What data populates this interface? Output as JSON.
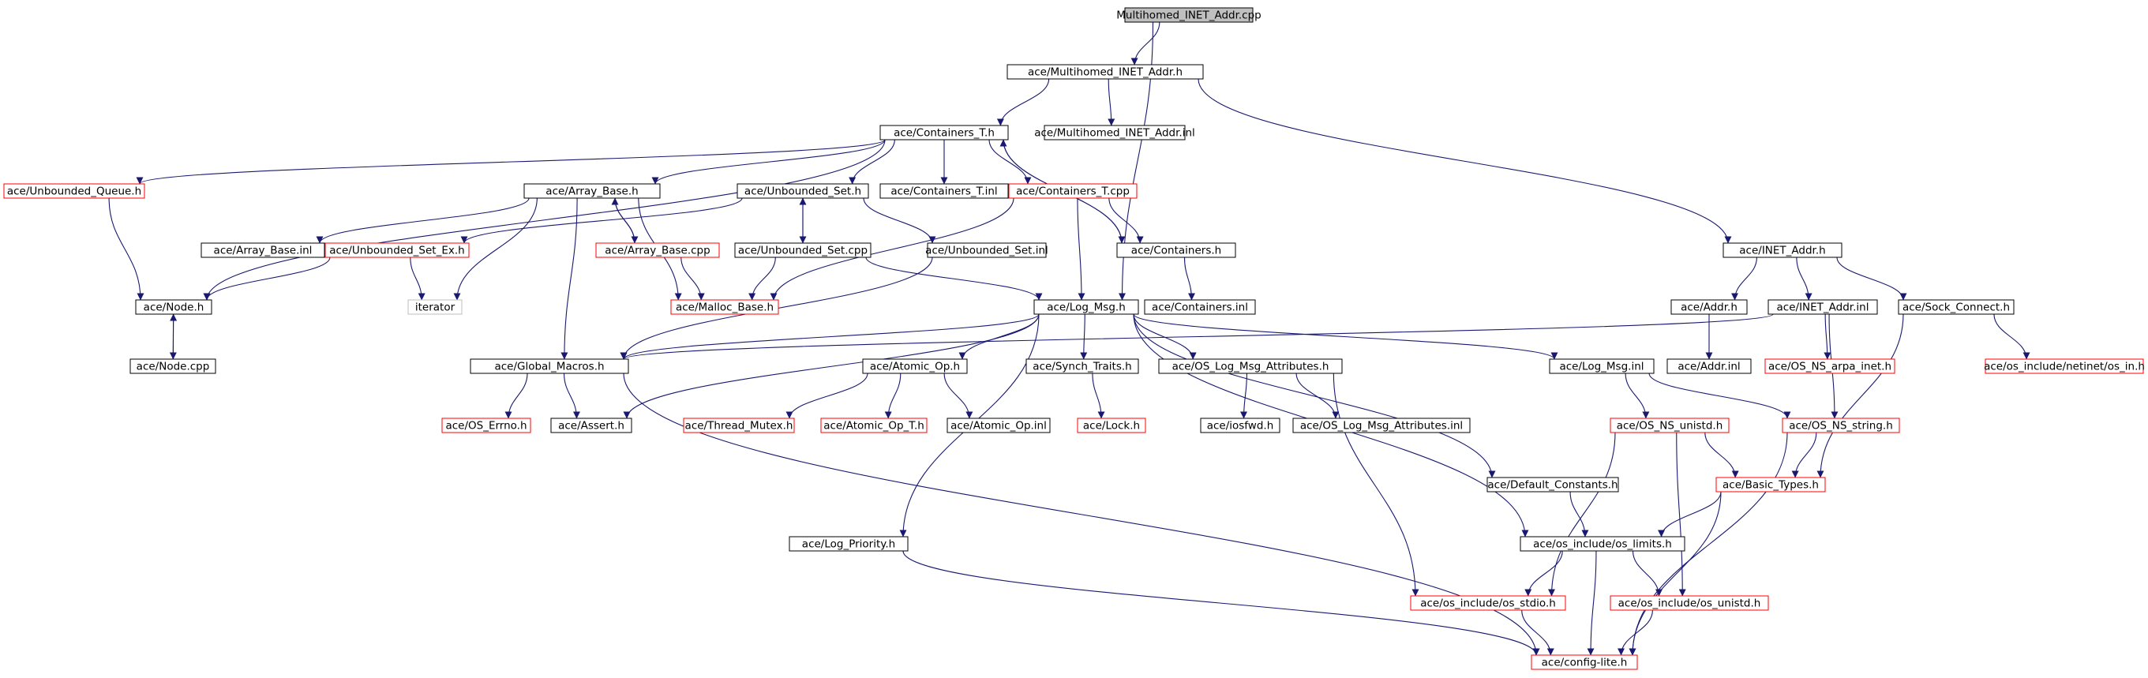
{
  "colors": {
    "edge": "#191970",
    "node_fill": "#ffffff",
    "root_fill": "#bfbfbf",
    "border_default": "#000000",
    "border_missing": "#ff0000",
    "border_external": "#bfbfbf",
    "text": "#000000"
  },
  "nodes": [
    {
      "id": "root",
      "label": "Multihomed_INET_Addr.cpp",
      "style": "root"
    },
    {
      "id": "mih",
      "label": "ace/Multihomed_INET_Addr.h",
      "style": "normal"
    },
    {
      "id": "ct",
      "label": "ace/Containers_T.h",
      "style": "normal"
    },
    {
      "id": "miinl",
      "label": "ace/Multihomed_INET_Addr.inl",
      "style": "normal"
    },
    {
      "id": "uq",
      "label": "ace/Unbounded_Queue.h",
      "style": "missing"
    },
    {
      "id": "ab",
      "label": "ace/Array_Base.h",
      "style": "normal"
    },
    {
      "id": "us",
      "label": "ace/Unbounded_Set.h",
      "style": "normal"
    },
    {
      "id": "ctinl",
      "label": "ace/Containers_T.inl",
      "style": "normal"
    },
    {
      "id": "ctcpp",
      "label": "ace/Containers_T.cpp",
      "style": "missing"
    },
    {
      "id": "ia",
      "label": "ace/INET_Addr.h",
      "style": "normal"
    },
    {
      "id": "abinl",
      "label": "ace/Array_Base.inl",
      "style": "normal"
    },
    {
      "id": "usex",
      "label": "ace/Unbounded_Set_Ex.h",
      "style": "missing"
    },
    {
      "id": "abcpp",
      "label": "ace/Array_Base.cpp",
      "style": "missing"
    },
    {
      "id": "uscpp",
      "label": "ace/Unbounded_Set.cpp",
      "style": "normal"
    },
    {
      "id": "usinl",
      "label": "ace/Unbounded_Set.inl",
      "style": "normal"
    },
    {
      "id": "cont",
      "label": "ace/Containers.h",
      "style": "normal"
    },
    {
      "id": "node",
      "label": "ace/Node.h",
      "style": "normal"
    },
    {
      "id": "iter",
      "label": "iterator",
      "style": "external"
    },
    {
      "id": "mb",
      "label": "ace/Malloc_Base.h",
      "style": "missing"
    },
    {
      "id": "lm",
      "label": "ace/Log_Msg.h",
      "style": "normal"
    },
    {
      "id": "continl",
      "label": "ace/Containers.inl",
      "style": "normal"
    },
    {
      "id": "addr",
      "label": "ace/Addr.h",
      "style": "normal"
    },
    {
      "id": "iainl",
      "label": "ace/INET_Addr.inl",
      "style": "normal"
    },
    {
      "id": "sc",
      "label": "ace/Sock_Connect.h",
      "style": "normal"
    },
    {
      "id": "nodecpp",
      "label": "ace/Node.cpp",
      "style": "normal"
    },
    {
      "id": "gm",
      "label": "ace/Global_Macros.h",
      "style": "normal"
    },
    {
      "id": "ao",
      "label": "ace/Atomic_Op.h",
      "style": "normal"
    },
    {
      "id": "st",
      "label": "ace/Synch_Traits.h",
      "style": "normal"
    },
    {
      "id": "oslma",
      "label": "ace/OS_Log_Msg_Attributes.h",
      "style": "normal"
    },
    {
      "id": "lminl",
      "label": "ace/Log_Msg.inl",
      "style": "normal"
    },
    {
      "id": "addrinl",
      "label": "ace/Addr.inl",
      "style": "normal"
    },
    {
      "id": "osarpa",
      "label": "ace/OS_NS_arpa_inet.h",
      "style": "missing"
    },
    {
      "id": "netinet",
      "label": "ace/os_include/netinet/os_in.h",
      "style": "missing"
    },
    {
      "id": "errno",
      "label": "ace/OS_Errno.h",
      "style": "missing"
    },
    {
      "id": "assert",
      "label": "ace/Assert.h",
      "style": "normal"
    },
    {
      "id": "tm",
      "label": "ace/Thread_Mutex.h",
      "style": "missing"
    },
    {
      "id": "aot",
      "label": "ace/Atomic_Op_T.h",
      "style": "missing"
    },
    {
      "id": "aoinl",
      "label": "ace/Atomic_Op.inl",
      "style": "normal"
    },
    {
      "id": "lock",
      "label": "ace/Lock.h",
      "style": "missing"
    },
    {
      "id": "iosfwd",
      "label": "ace/iosfwd.h",
      "style": "normal"
    },
    {
      "id": "oslmainl",
      "label": "ace/OS_Log_Msg_Attributes.inl",
      "style": "normal"
    },
    {
      "id": "unistd",
      "label": "ace/OS_NS_unistd.h",
      "style": "missing"
    },
    {
      "id": "string",
      "label": "ace/OS_NS_string.h",
      "style": "missing"
    },
    {
      "id": "dc",
      "label": "ace/Default_Constants.h",
      "style": "normal"
    },
    {
      "id": "bt",
      "label": "ace/Basic_Types.h",
      "style": "missing"
    },
    {
      "id": "lp",
      "label": "ace/Log_Priority.h",
      "style": "normal"
    },
    {
      "id": "limits",
      "label": "ace/os_include/os_limits.h",
      "style": "normal"
    },
    {
      "id": "stdio",
      "label": "ace/os_include/os_stdio.h",
      "style": "missing"
    },
    {
      "id": "osunistd",
      "label": "ace/os_include/os_unistd.h",
      "style": "missing"
    },
    {
      "id": "cfg",
      "label": "ace/config-lite.h",
      "style": "missing"
    }
  ]
}
